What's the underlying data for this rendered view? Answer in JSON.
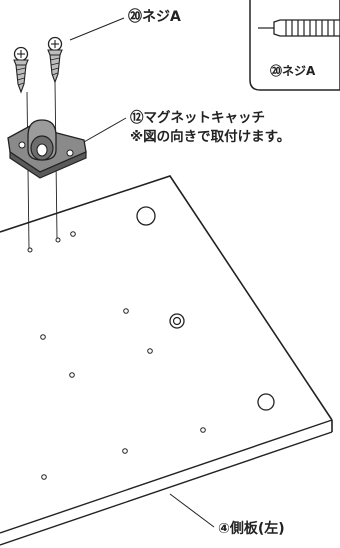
{
  "labels": {
    "screw_a": "⑳ネジA",
    "inset_screw": "⑳ネジA",
    "magnet_catch": "⑫マグネットキャッチ",
    "orientation_note": "※図の向きで取付けます。",
    "side_panel": "④側板(左)"
  },
  "colors": {
    "line": "#222222",
    "panel_fill": "#ffffff",
    "catch_body": "#8a8a8a",
    "catch_dark": "#5a5a5a",
    "screw": "#bdbdbd"
  }
}
